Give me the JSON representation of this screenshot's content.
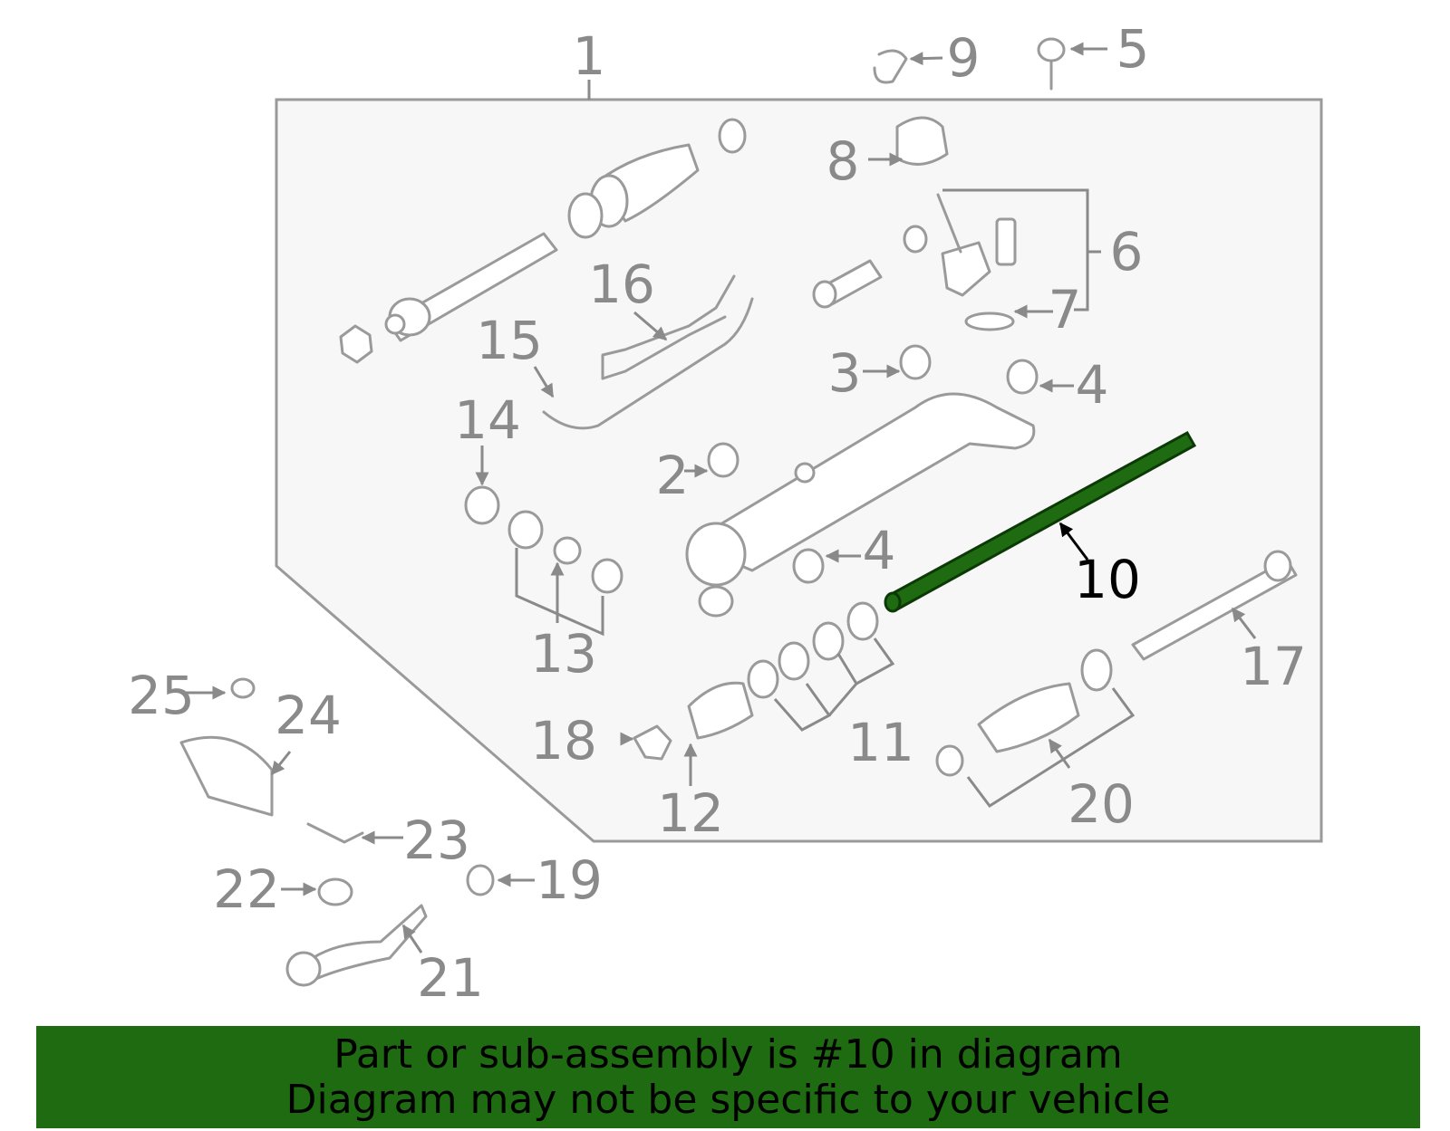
{
  "diagram": {
    "highlighted_part": "10",
    "highlight_color": "#1f6b12",
    "labels": {
      "l1": "1",
      "l2": "2",
      "l3": "3",
      "l4a": "4",
      "l4b": "4",
      "l5": "5",
      "l6": "6",
      "l7": "7",
      "l8": "8",
      "l9": "9",
      "l10": "10",
      "l11": "11",
      "l12": "12",
      "l13": "13",
      "l14": "14",
      "l15": "15",
      "l16": "16",
      "l17": "17",
      "l18": "18",
      "l19": "19",
      "l20": "20",
      "l21": "21",
      "l22": "22",
      "l23": "23",
      "l24": "24",
      "l25": "25"
    }
  },
  "banner": {
    "line1": "Part or sub-assembly is #10 in diagram",
    "line2": "Diagram may not be specific to your vehicle"
  }
}
